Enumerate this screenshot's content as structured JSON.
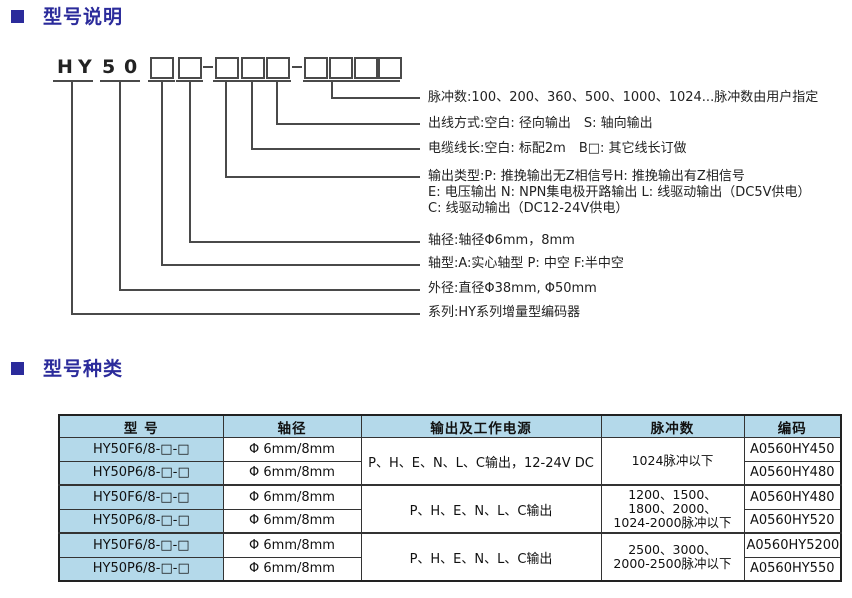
{
  "colors": {
    "accent_blue": "#2b2b9b",
    "table_header_bg": "#b4d9ea",
    "line_color": "#4a4a4a"
  },
  "section1": {
    "title": "型号说明"
  },
  "section2": {
    "title": "型号种类"
  },
  "diagram": {
    "prefix_chars": [
      "H",
      "Y",
      "5",
      "0"
    ],
    "labels": {
      "pulse": "脉冲数:100、200、360、500、1000、1024...脉冲数由用户指定",
      "outlet": "出线方式:空白: 径向输出　S: 轴向输出",
      "cable": "电缆线长:空白: 标配2m　B□: 其它线长订做",
      "output_type_1": "输出类型:P: 推挽输出无Z相信号H: 推挽输出有Z相信号",
      "output_type_2": "E: 电压输出 N: NPN集电极开路输出 L: 线驱动输出（DC5V供电）",
      "output_type_3": "C: 线驱动输出（DC12-24V供电）",
      "shaft_diameter": "轴径:轴径Φ6mm，8mm",
      "shaft_type": "轴型:A:实心轴型 P: 中空 F:半中空",
      "outer_diameter": "外径:直径Φ38mm, Φ50mm",
      "series": "系列:HY系列增量型编码器"
    }
  },
  "table": {
    "headers": [
      "型 号",
      "轴径",
      "输出及工作电源",
      "脉冲数",
      "编码"
    ],
    "rows": [
      {
        "model": "HY50F6/8-□-□",
        "shaft": "Φ 6mm/8mm",
        "code": "A0560HY450"
      },
      {
        "model": "HY50P6/8-□-□",
        "shaft": "Φ 6mm/8mm",
        "code": "A0560HY480"
      },
      {
        "model": "HY50F6/8-□-□",
        "shaft": "Φ 6mm/8mm",
        "code": "A0560HY480"
      },
      {
        "model": "HY50P6/8-□-□",
        "shaft": "Φ 6mm/8mm",
        "code": "A0560HY520"
      },
      {
        "model": "HY50F6/8-□-□",
        "shaft": "Φ 6mm/8mm",
        "code": "A0560HY5200"
      },
      {
        "model": "HY50P6/8-□-□",
        "shaft": "Φ 6mm/8mm",
        "code": "A0560HY550"
      }
    ],
    "groups": [
      {
        "output": "P、H、E、N、L、C输出，12-24V DC",
        "pulse_lines": [
          "1024脉冲以下"
        ]
      },
      {
        "output": "P、H、E、N、L、C输出",
        "pulse_lines": [
          "1200、1500、",
          "1800、2000、",
          "1024-2000脉冲以下"
        ]
      },
      {
        "output": "P、H、E、N、L、C输出",
        "pulse_lines": [
          "2500、3000、",
          "2000-2500脉冲以下"
        ]
      }
    ]
  }
}
